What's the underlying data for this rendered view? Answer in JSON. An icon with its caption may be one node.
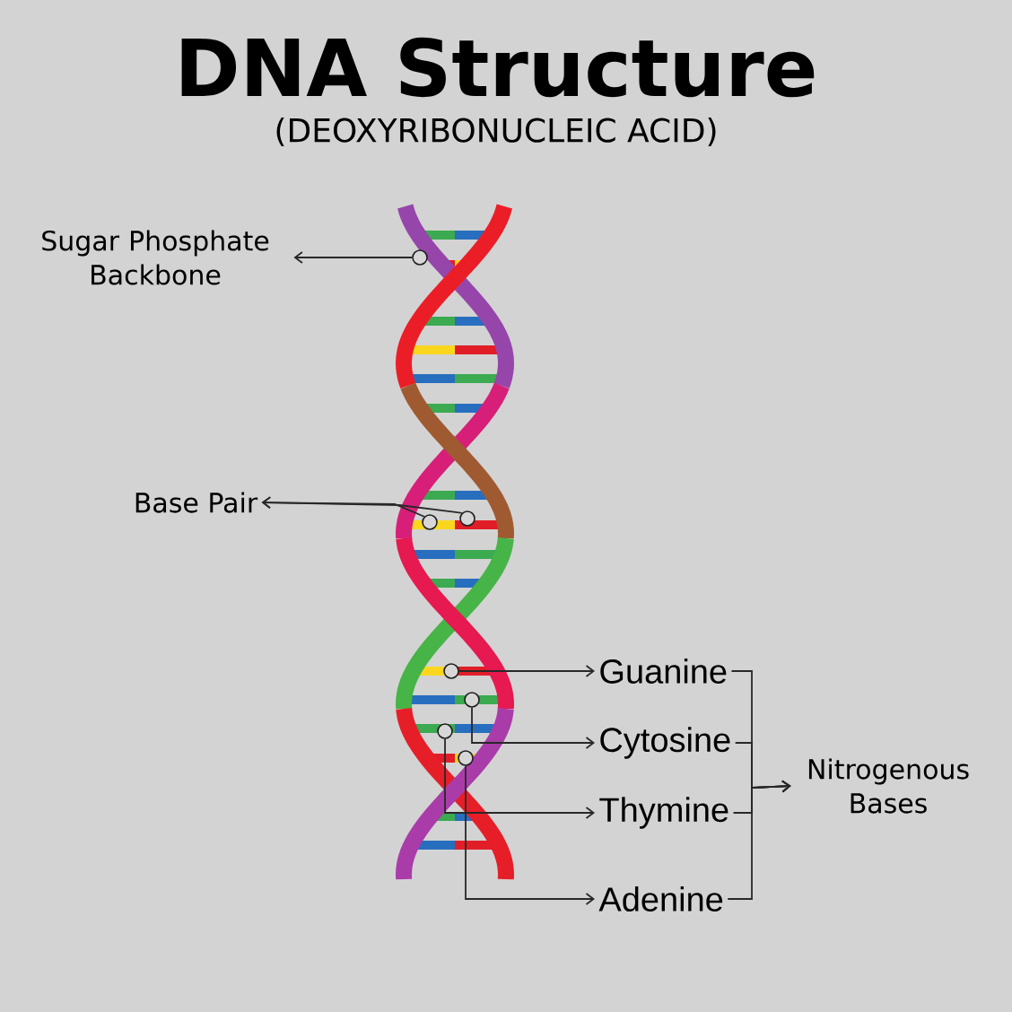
{
  "diagram": {
    "title": "DNA Structure",
    "caption": "(DEOXYRIBONUCLEIC ACID)",
    "nodes": [
      {
        "text": [
          "Sugar Phosphate Backbone"
        ]
      },
      {
        "text": [],
        "shape": "circle"
      },
      {
        "text": [
          "Base Pair"
        ]
      },
      {
        "text": [],
        "shape": "circle"
      },
      {
        "text": [],
        "shape": "circle"
      },
      {
        "text": [
          "Guanine"
        ]
      },
      {
        "text": [
          "Cytosine"
        ]
      },
      {
        "text": [
          "Thymine"
        ]
      },
      {
        "text": [
          "Adenine"
        ]
      },
      {
        "text": [
          "Nitrogenous Bases"
        ]
      },
      {
        "text": [],
        "shape": "circle"
      },
      {
        "text": [],
        "shape": "circle"
      },
      {
        "text": [],
        "shape": "circle"
      },
      {
        "text": [],
        "shape": "circle"
      }
    ],
    "edges": [
      {
        "from": 1,
        "to": 0,
        "arrow": "to"
      },
      {
        "from": 3,
        "to": 2,
        "arrow": "to"
      },
      {
        "from": 4,
        "to": 2,
        "arrow": "to"
      },
      {
        "from": 10,
        "to": 5,
        "arrow": "to"
      },
      {
        "from": 11,
        "to": 6,
        "arrow": "to"
      },
      {
        "from": 12,
        "to": 7,
        "arrow": "to"
      },
      {
        "from": 13,
        "to": 8,
        "arrow": "to"
      },
      {
        "from": 5,
        "to": 9,
        "arrow": "to"
      },
      {
        "from": 6,
        "to": 9,
        "arrow": "to"
      },
      {
        "from": 7,
        "to": 9,
        "arrow": "to"
      },
      {
        "from": 8,
        "to": 9,
        "arrow": "to"
      }
    ]
  }
}
